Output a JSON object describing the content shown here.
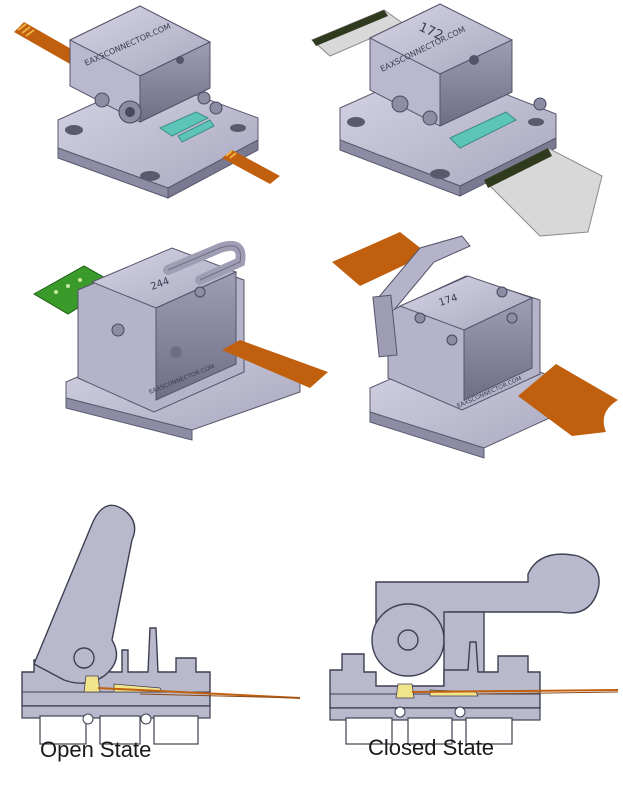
{
  "figure": {
    "captions": {
      "open": "Open State",
      "closed": "Closed State"
    },
    "engravings": {
      "brand": "EAXSCONNECTOR.COM",
      "part_172": "172",
      "part_244": "244",
      "part_174": "174"
    }
  },
  "colors": {
    "metal_light": "#c9c8dc",
    "metal_mid": "#9e9db4",
    "metal_dark": "#6f6e86",
    "section_fill": "#b8b9cc",
    "flex_orange": "#c0600e",
    "flex_contacts": "#e8a030",
    "pcb_green": "#3a9a2a",
    "teal_insert": "#5cc4b8",
    "contact_yellow": "#f2e48a",
    "ffc_gray": "#d2d2d2"
  }
}
